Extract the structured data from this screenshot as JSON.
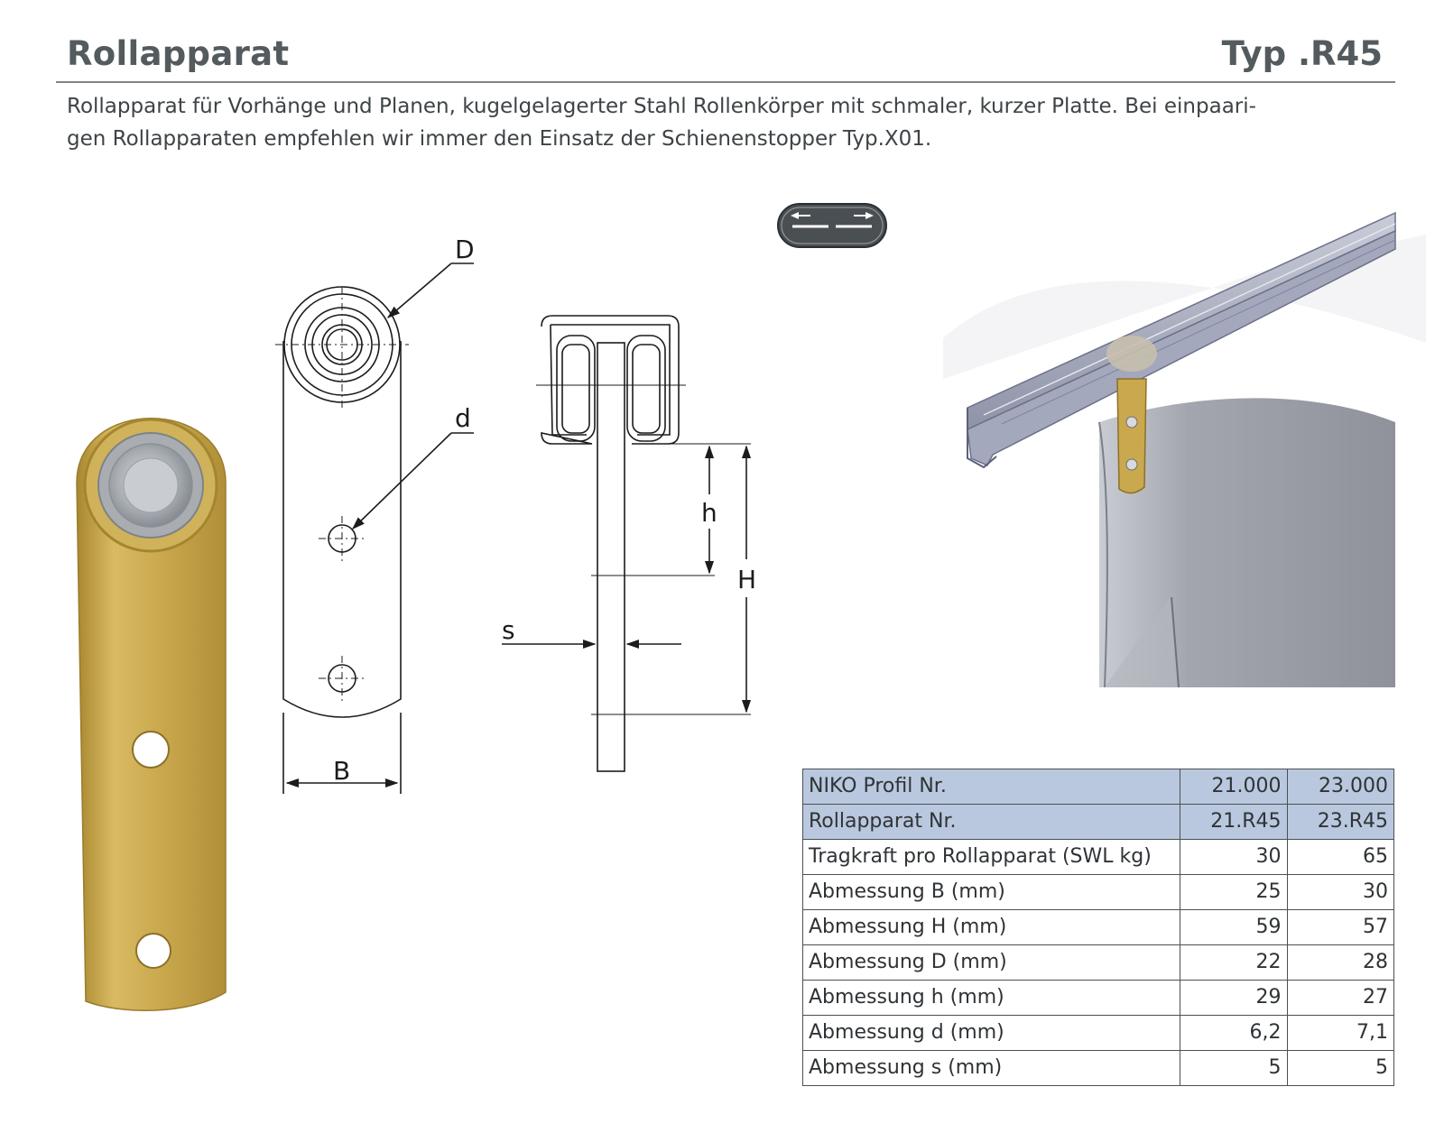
{
  "header": {
    "title": "Rollapparat",
    "type_code": "Typ .R45"
  },
  "description": {
    "line1": "Rollapparat für Vorhänge und Planen, kugelgelagerter Stahl Rollenkörper mit schmaler, kurzer Platte. Bei einpaari-",
    "line2": "gen Rollapparaten empfehlen wir immer den Einsatz der Schienenstopper Typ.X01."
  },
  "drawing_labels": {
    "D": "D",
    "d": "d",
    "B": "B",
    "h": "h",
    "H": "H",
    "s": "s"
  },
  "colors": {
    "accent_header_row": "#b9c8de",
    "brass": "#c9a84e",
    "rail": "#9aa0b8",
    "curtain": "#9c9fa8"
  },
  "icons": {
    "badge": "bidirectional-arrows-icon"
  },
  "table": {
    "rows": [
      {
        "label": "NIKO Profil Nr.",
        "v1": "21.000",
        "v2": "23.000",
        "header": true
      },
      {
        "label": "Rollapparat Nr.",
        "v1": "21.R45",
        "v2": "23.R45",
        "header": true
      },
      {
        "label": "Tragkraft pro Rollapparat (SWL kg)",
        "v1": "30",
        "v2": "65"
      },
      {
        "label": "Abmessung B (mm)",
        "v1": "25",
        "v2": "30"
      },
      {
        "label": "Abmessung H (mm)",
        "v1": "59",
        "v2": "57"
      },
      {
        "label": "Abmessung D (mm)",
        "v1": "22",
        "v2": "28"
      },
      {
        "label": "Abmessung h (mm)",
        "v1": "29",
        "v2": "27"
      },
      {
        "label": "Abmessung d (mm)",
        "v1": "6,2",
        "v2": "7,1"
      },
      {
        "label": "Abmessung s (mm)",
        "v1": "5",
        "v2": "5"
      }
    ]
  }
}
